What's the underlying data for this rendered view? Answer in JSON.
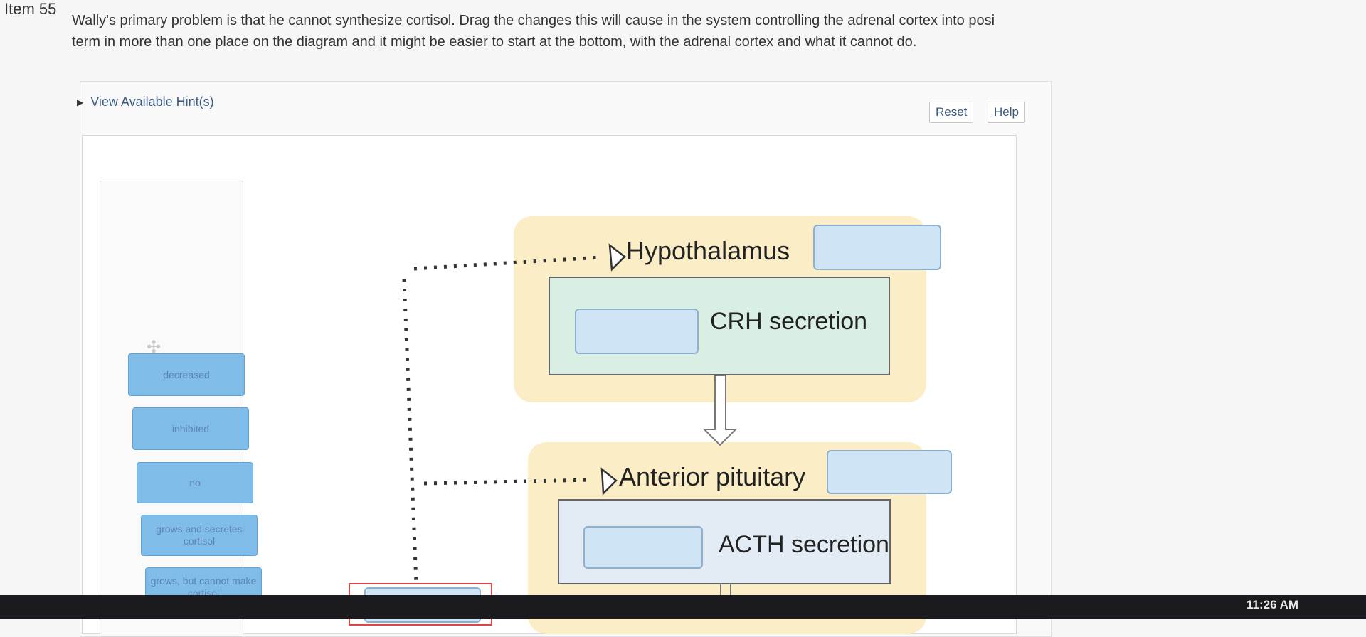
{
  "item": {
    "label": "Item 55"
  },
  "instructions": {
    "line1": "Wally's primary problem is that he cannot synthesize cortisol. Drag the changes this will cause in the system controlling the adrenal cortex into posi",
    "line2": "term in more than one place on the diagram and it might be easier to start at the bottom, with the adrenal cortex and what it cannot do."
  },
  "hints": {
    "label": "View Available Hint(s)"
  },
  "toolbar": {
    "reset_label": "Reset",
    "help_label": "Help"
  },
  "label_bank": {
    "items": [
      {
        "label": "decreased"
      },
      {
        "label": "inhibited"
      },
      {
        "label": "no"
      },
      {
        "label": "grows and secretes cortisol"
      },
      {
        "label": "grows, but cannot make cortisol"
      }
    ]
  },
  "diagram": {
    "hypothalamus": {
      "label": "Hypothalamus",
      "secretion": "CRH secretion"
    },
    "anterior_pituitary": {
      "label": "Anterior pituitary",
      "secretion": "ACTH secretion"
    }
  },
  "taskbar": {
    "time": "11:26 AM"
  },
  "colors": {
    "tile": "#7fbde8",
    "drop_target": "#cfe4f5",
    "yellow_group": "#fbeec6",
    "hypothalamus_box": "#d9efe3",
    "pituitary_box": "#e3ebf5",
    "error_outline": "#e24545"
  }
}
